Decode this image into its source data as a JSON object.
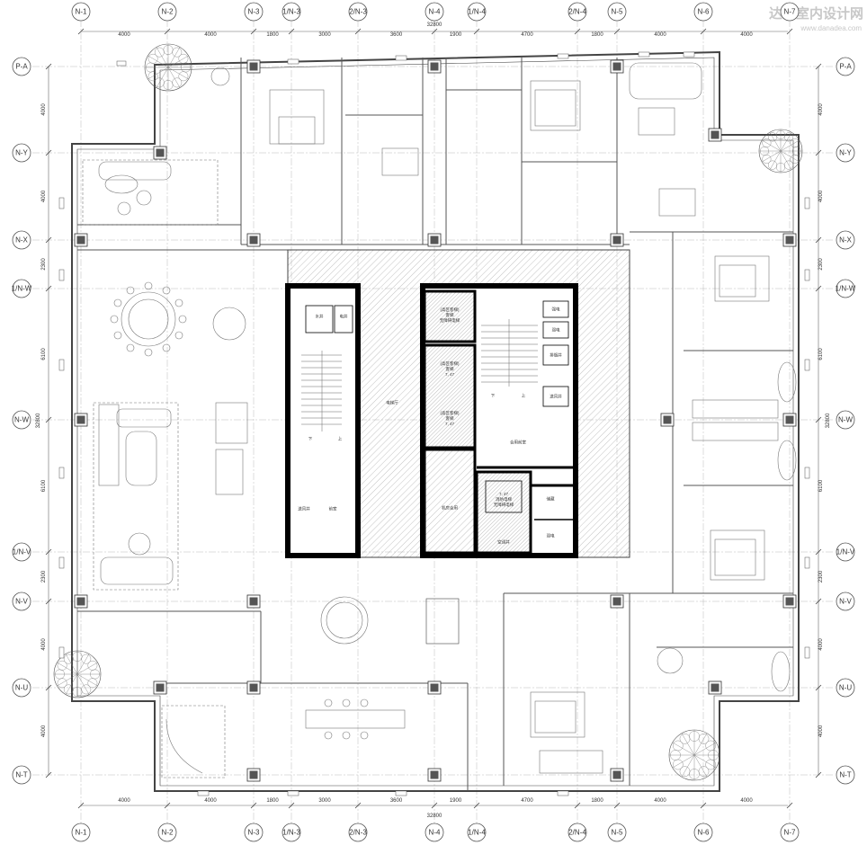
{
  "watermark": {
    "title": "达人室内设计网",
    "url": "www.danadea.com"
  },
  "grid_columns": [
    "N-1",
    "N-2",
    "N-3",
    "1/N-3",
    "2/N-3",
    "N-4",
    "1/N-4",
    "2/N-4",
    "N-5",
    "N-6",
    "N-7"
  ],
  "grid_rows": [
    "P-A",
    "N-Y",
    "N-X",
    "1/N-W",
    "N-W",
    "1/N-V",
    "N-V",
    "N-U",
    "N-T"
  ],
  "dims_horizontal": [
    "4000",
    "4000",
    "1800",
    "3000",
    "3600",
    "1900",
    "4700",
    "1800",
    "4000",
    "4000"
  ],
  "dims_vertical": [
    "4000",
    "4000",
    "2300",
    "6100",
    "6100",
    "2300",
    "4000",
    "4000"
  ],
  "total_horizontal": "32800",
  "total_vertical": "32800",
  "rooms": {
    "water_well": "水井",
    "elec_well": "电井",
    "front_room_left": "前室",
    "smoke_exhaust_left": "送风井",
    "core_corridor": "电梯厅",
    "lift_1": "(高区客梯)\n客梯\n无障碍电梯",
    "lift_2": "(高区客梯)\n客梯\n7, 47",
    "lift_3": "(高区客梯)\n客梯\n7, 47",
    "shared_front": "合用前室",
    "mech_room": "机房合用",
    "fire_lift": "7, 47\n消防电梯\n无障碍电梯",
    "storage": "储藏",
    "power": "强电",
    "weak": "弱电",
    "ac_well": "空调井",
    "exhaust": "排烟井",
    "stair_up": "上",
    "stair_down": "下"
  }
}
